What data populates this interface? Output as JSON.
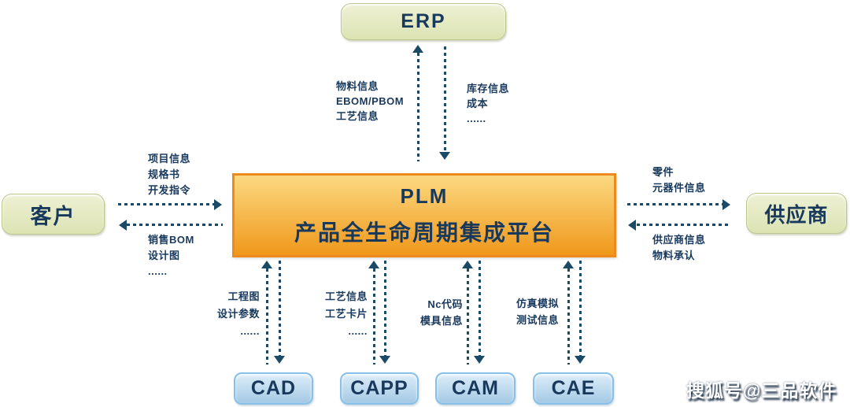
{
  "colors": {
    "text": "#19395c",
    "arrow": "#1a4a66",
    "plm_border": "#ed8a1d",
    "plm_top": "#fbd981",
    "plm_bottom": "#f0981b",
    "green_top": "#eef1d4",
    "green_bottom": "#dce3b3",
    "green_border": "#bcc68f",
    "blue_top": "#dcedf9",
    "blue_bottom": "#a4c9e4",
    "blue_border": "#88c0e8",
    "watermark_color": "#ffffff"
  },
  "plm": {
    "title": "PLM",
    "subtitle": "产品全生命周期集成平台"
  },
  "nodes": {
    "erp": "ERP",
    "customer": "客户",
    "supplier": "供应商",
    "cad": "CAD",
    "capp": "CAPP",
    "cam": "CAM",
    "cae": "CAE"
  },
  "labels": {
    "plm_to_erp": [
      "物料信息",
      "EBOM/PBOM",
      "工艺信息"
    ],
    "erp_to_plm": [
      "库存信息",
      "成本",
      "......"
    ],
    "customer_to_plm": [
      "项目信息",
      "规格书",
      "开发指令"
    ],
    "plm_to_customer": [
      "销售BOM",
      "设计图",
      "......"
    ],
    "plm_to_supplier": [
      "零件",
      "元器件信息"
    ],
    "supplier_to_plm": [
      "供应商信息",
      "物料承认"
    ],
    "plm_cad": [
      "工程图",
      "设计参数",
      "......"
    ],
    "plm_capp": [
      "工艺信息",
      "工艺卡片",
      "......"
    ],
    "plm_cam": [
      "Nc代码",
      "模具信息"
    ],
    "plm_cae": [
      "仿真模拟",
      "测试信息"
    ]
  },
  "watermark": "搜狐号@三品软件"
}
